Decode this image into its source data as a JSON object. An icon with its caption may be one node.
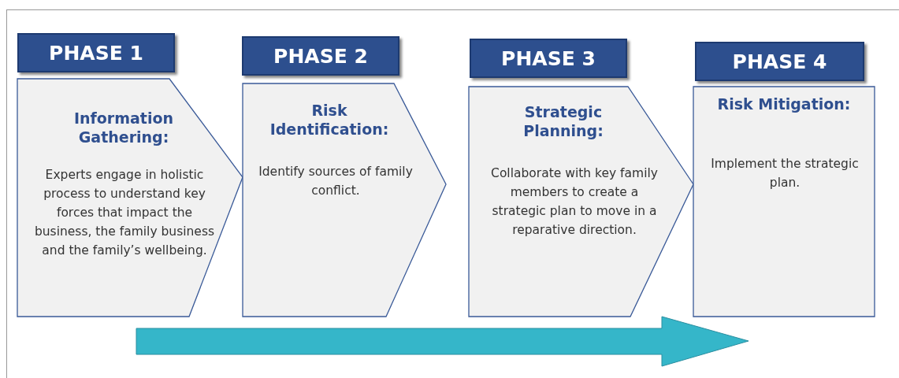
{
  "diagram": {
    "nodes": [
      {
        "text": [
          "PHASE 1"
        ]
      },
      {
        "text": [
          "Information Gathering:",
          "Experts engage in holistic process to understand key forces that impact the business, the family business and the family’s wellbeing."
        ]
      },
      {
        "text": [
          "PHASE 2"
        ]
      },
      {
        "text": [
          "Risk Identification:",
          "Identify sources of family conflict."
        ]
      },
      {
        "text": [
          "PHASE 3"
        ]
      },
      {
        "text": [
          "Strategic Planning:",
          "Collaborate with key family members to create a strategic plan to move in a reparative direction."
        ]
      },
      {
        "text": [
          "PHASE 4"
        ]
      },
      {
        "text": [
          "Risk Mitigation:",
          "Implement the strategic plan."
        ]
      }
    ]
  }
}
